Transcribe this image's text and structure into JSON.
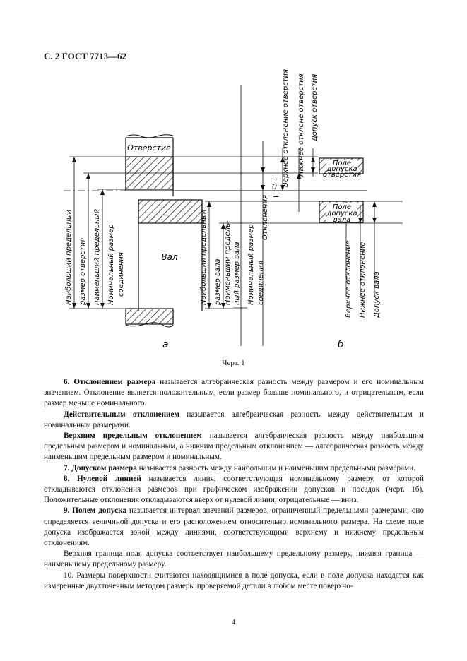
{
  "header": "С. 2 ГОСТ 7713—62",
  "figure": {
    "hole_label": "Отверстие",
    "shaft_label": "Вал",
    "a_labels": {
      "max_hole": "Наибольший предельный",
      "max_hole2": "размер отверстия",
      "min_hole": "наименьший предельный",
      "min_hole2": "размер отверстия",
      "nom": "Номинальный размер",
      "nom2": "соединения",
      "max_shaft": "Наибольший предельный",
      "max_shaft2": "размер вала",
      "min_shaft": "Наименьший предель-",
      "min_shaft2": "ный размер вала",
      "nom_shaft": "Номинальный размер",
      "nom_shaft2": "соединения"
    },
    "b_labels": {
      "upper_hole": "Верхнее отклонение отверстия",
      "lower_hole": "Нижнее отклоне отверстия",
      "tol_hole": "Допуск отверстия",
      "field_hole": [
        "Поле",
        "допуска",
        "отверстия"
      ],
      "field_shaft": [
        "Поле",
        "допуска",
        "вала"
      ],
      "deviations": "Отклонения",
      "plus": "+",
      "zero": "0",
      "minus": "−",
      "upper_shaft": "Верхнее отклонение",
      "lower_shaft": "Нижнее отклонение",
      "tol_shaft": "Допуск вала"
    },
    "letter_a": "а",
    "letter_b": "б"
  },
  "caption": "Черт. 1",
  "paragraphs": [
    {
      "bold": "6. Отклонением размера",
      "text": " называется алгебраическая разность между размером и его номинальным значением. Отклонение является положительным, если размер больше номинального, и отрицательным, если размер меньше номинального."
    },
    {
      "bold": "Действительным отклонением",
      "text": " называется алгебраическая разность между действительным и номинальным размерами."
    },
    {
      "bold": "Верхним предельным отклонением",
      "text": " называется алгебраическая разность между наибольшим предельным размером и номинальным, а нижним предельным отклонением — алгебраическая разность между наименьшим предельным размером и номинальным."
    },
    {
      "bold": "7. Допуском размера",
      "text": " называется разность между наибольшим и наименьшим предельными размерами."
    },
    {
      "bold": "8. Нулевой линией",
      "text": " называется линия, соответствующая номинальному размеру, от которой откладываются отклонения размеров при графическом изображении допусков и посадок (черт. 1б). Положительные отклонения откладываются вверх от нулевой линии, отрицательные — вниз."
    },
    {
      "bold": "9. Полем допуска",
      "text": " называется интервал значений размеров, ограниченный предельными размерами; оно определяется величиной допуска и его расположением относительно номинального размера. На схеме поле допуска изображается зоной между линиями, соответствующими верхнему и нижнему предельным отклонениям."
    },
    {
      "bold": "",
      "text": "Верхняя граница поля допуска соответствует наибольшему предельному размеру, нижняя граница — наименьшему предельному размеру."
    },
    {
      "bold": "",
      "text": "10. Размеры поверхности считаются находящимися в поле допуска, если в поле допуска находятся как измеренные двухточечным методом размеры проверяемой детали в любом месте поверхно-"
    }
  ],
  "page_number": "4"
}
